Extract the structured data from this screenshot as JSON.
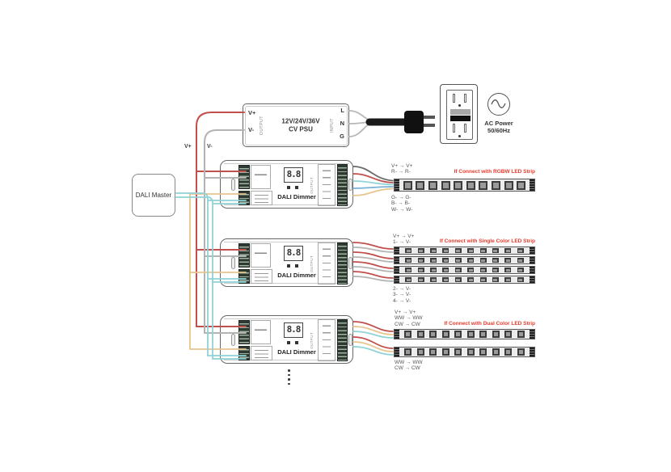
{
  "colors": {
    "wire_red": "#c0504d",
    "wire_gray": "#b3b3b3",
    "wire_dark": "#6b6b6b",
    "wire_teal": "#8fd3d6",
    "wire_orange": "#e8c48e",
    "wire_blue": "#7ab1d8",
    "caption_red": "#e8392b",
    "outline_gray": "#666666"
  },
  "psu": {
    "vplus": "V+",
    "vminus": "V-",
    "output": "OUTPUT",
    "model_line1": "12V/24V/36V",
    "model_line2": "CV PSU",
    "l": "L",
    "n": "N",
    "g": "G",
    "input": "INPUT"
  },
  "dc_bus": {
    "vplus": "V+",
    "vminus": "V-"
  },
  "ac": {
    "line1": "AC Power",
    "line2": "50/60Hz"
  },
  "dali_master": {
    "label": "DALI Master"
  },
  "dimmer": {
    "name": "DALI Dimmer",
    "display": "8.8",
    "output": "OUTPUT"
  },
  "strips": {
    "rgbw": {
      "caption": "If Connect with RGBW LED Strip",
      "labels_top": [
        "V+ → V+",
        "R- → R-"
      ],
      "labels_bottom": [
        "G- → G-",
        "B- → B-",
        "W- → W-"
      ]
    },
    "single": {
      "caption": "If Connect with Single Color LED Strip",
      "labels_top": [
        "V+ → V+",
        "1- → V-"
      ],
      "labels_bottom": [
        "2- → V-",
        "3- → V-",
        "4- → V-"
      ]
    },
    "dual": {
      "caption": "If Connect with Dual Color LED Strip",
      "labels_top": [
        "V+ → V+",
        "WW → WW",
        "CW → CW"
      ],
      "labels_bottom": [
        "WW → WW",
        "CW → CW"
      ]
    }
  }
}
